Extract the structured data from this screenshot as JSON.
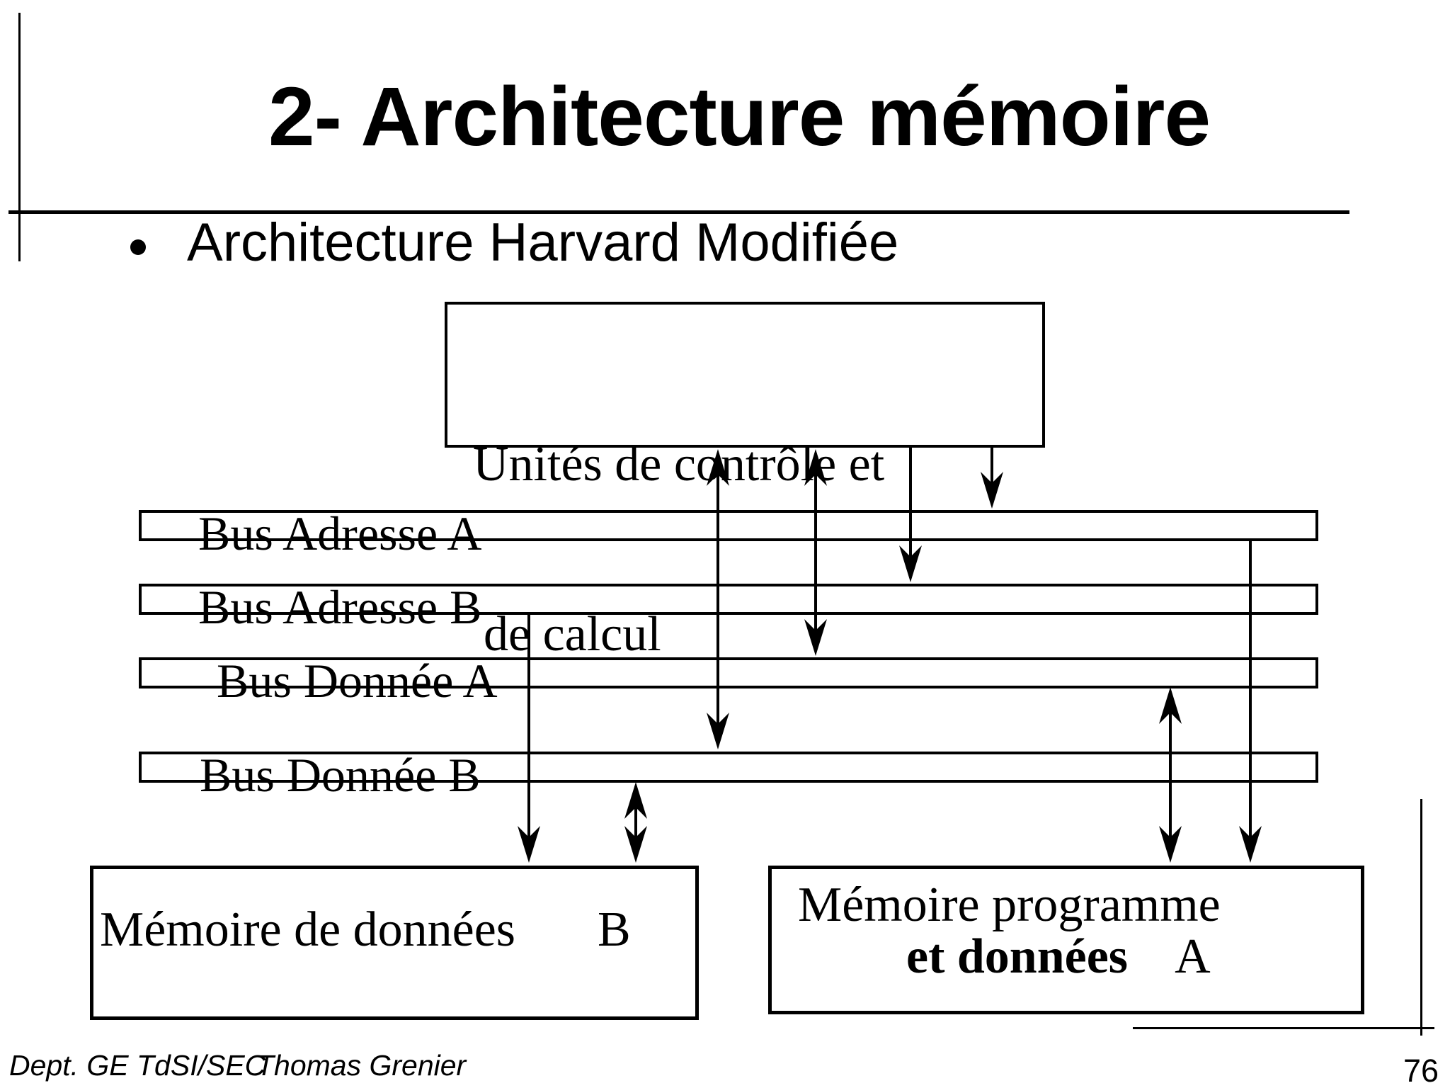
{
  "slide": {
    "title": "2- Architecture mémoire",
    "bullet": "Architecture Harvard Modifiée",
    "page_number": "76",
    "footer": {
      "department": "Dept. GE TdSI/SEC",
      "author": "Thomas Grenier"
    }
  },
  "diagram": {
    "control_unit": {
      "line1": "Unités de contrôle et",
      "line2": "de calcul"
    },
    "buses": [
      {
        "id": "bus-adresse-a",
        "label": "Bus Adresse A"
      },
      {
        "id": "bus-adresse-b",
        "label": "Bus Adresse B"
      },
      {
        "id": "bus-donnee-a",
        "label": "Bus Donnée A"
      },
      {
        "id": "bus-donnee-b",
        "label": "Bus Donnée B"
      }
    ],
    "data_memory": {
      "label": "Mémoire de données",
      "suffix": "B"
    },
    "program_memory": {
      "line1": "Mémoire programme",
      "line2_bold": "et données",
      "line2_suffix": "A"
    }
  },
  "colors": {
    "ink": "#000000",
    "background": "#ffffff"
  }
}
